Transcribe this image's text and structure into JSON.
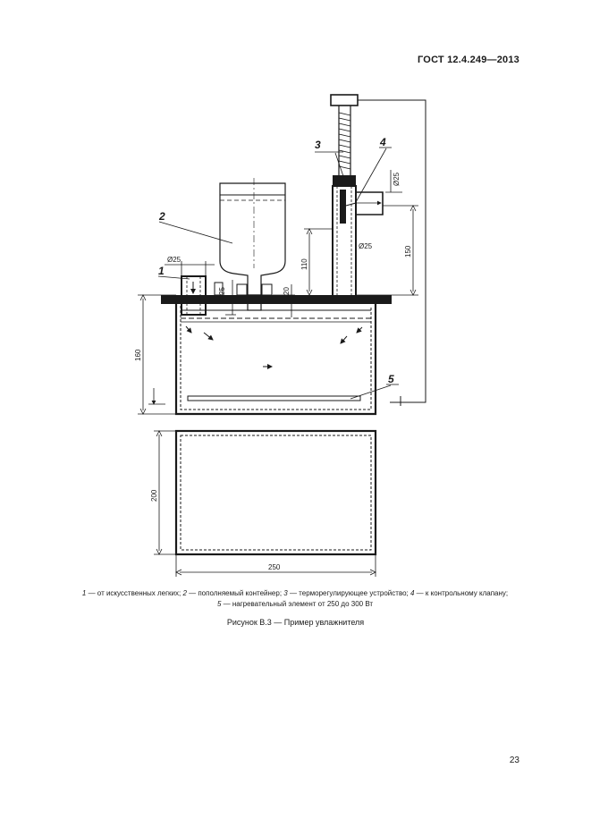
{
  "header": {
    "standard": "ГОСТ 12.4.249—2013"
  },
  "drawing": {
    "callouts": [
      "1",
      "2",
      "3",
      "4",
      "5"
    ],
    "dimensions": {
      "pipe1_diameter": "Ø25",
      "pipe1_height": "25",
      "neck_height": "20",
      "tube_diameter": "Ø25",
      "side_pipe_diameter": "Ø25",
      "tube_height": "110",
      "top_height": "150",
      "tank_height": "160",
      "plan_depth": "200",
      "plan_width": "250"
    }
  },
  "legend": {
    "n1": "1",
    "t1": " — от искусственных легких; ",
    "n2": "2",
    "t2": " — пополняемый контейнер; ",
    "n3": "3",
    "t3": " — терморегулирующее устройство; ",
    "n4": "4",
    "t4": " — к контрольному клапану;",
    "n5": "5",
    "t5": " — нагревательный элемент от 250 до 300 Вт"
  },
  "caption": "Рисунок В.3 — Пример увлажнителя",
  "page_number": "23"
}
